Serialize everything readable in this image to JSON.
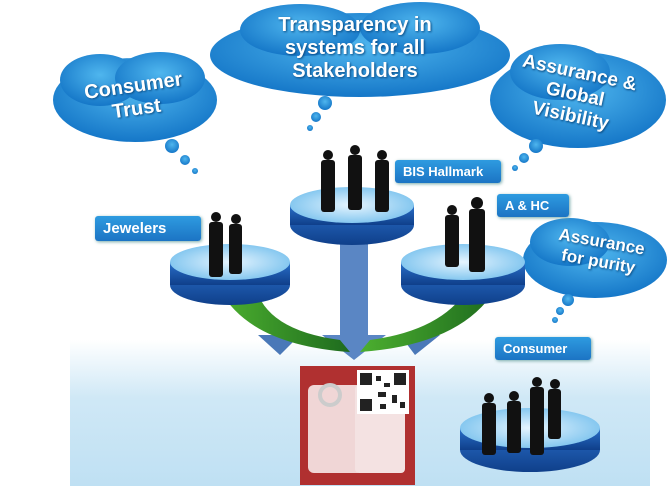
{
  "clouds": {
    "consumer_trust": "Consumer Trust",
    "transparency": "Transparency in systems for all Stakeholders",
    "assurance_global": "Assurance & Global Visibility",
    "assurance_purity": "Assurance for purity"
  },
  "labels": {
    "jewelers": "Jewelers",
    "bis_hallmark": "BIS Hallmark",
    "a_hc": "A & HC",
    "consumer": "Consumer"
  },
  "colors": {
    "cloud": "#1f8fd8",
    "platform": "#1d5fb8",
    "arrow_green": "#2e8b2e",
    "arrow_blue": "#4a78b8"
  }
}
